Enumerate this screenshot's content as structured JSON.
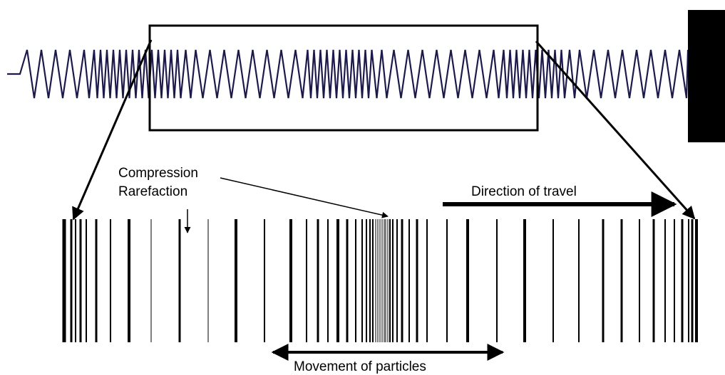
{
  "labels": {
    "compression": "Compression",
    "rarefaction": "Rarefaction",
    "direction": "Direction of travel",
    "movement": "Movement of particles"
  },
  "colors": {
    "spring": "#1c1a4a",
    "ink": "#000000",
    "background": "#ffffff"
  }
}
